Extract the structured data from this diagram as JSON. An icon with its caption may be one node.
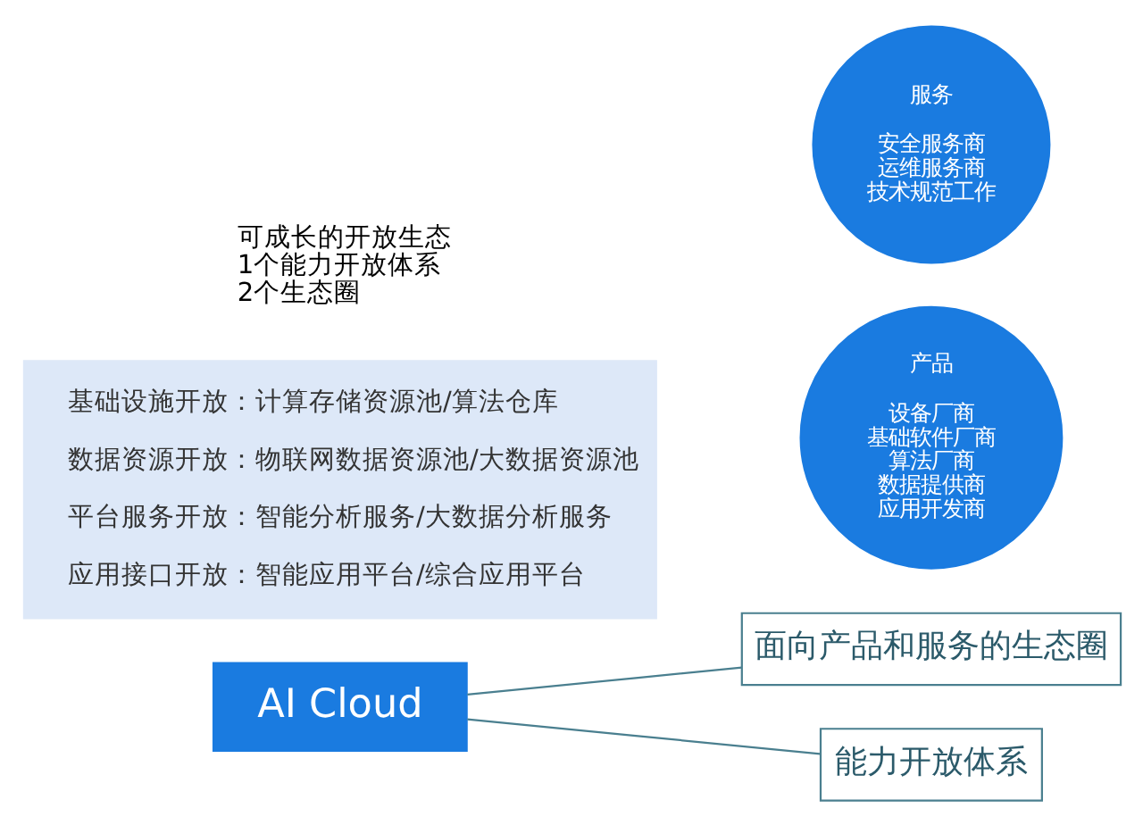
{
  "diagram": {
    "nodes": [
      {
        "text": [
          "AI Cloud"
        ]
      },
      {
        "text": [
          "面向产品和服务的生态圈"
        ]
      },
      {
        "text": [
          "产品",
          "设备厂商",
          "基础软件厂商",
          "算法厂商",
          "数据提供商",
          "应用开发商"
        ]
      },
      {
        "text": [
          "服务",
          "安全服务商",
          "运维服务商",
          "技术规范工作"
        ]
      },
      {
        "text": [
          "能力开放体系"
        ]
      },
      {
        "text": [
          "基础设施开放：计算存储资源池/算法仓库",
          "数据资源开放：物联网数据资源池/大数据资源池",
          "平台服务开放：智能分析服务/大数据分析服务",
          "应用接口开放：智能应用平台/综合应用平台"
        ]
      }
    ],
    "edges": [
      {
        "from": 0,
        "to": 1,
        "arrow": "none"
      },
      {
        "from": 0,
        "to": 4,
        "arrow": "none"
      }
    ],
    "labels": [
      "可成长的开放生态",
      "1个能力开放体系",
      "2个生态圈"
    ]
  }
}
